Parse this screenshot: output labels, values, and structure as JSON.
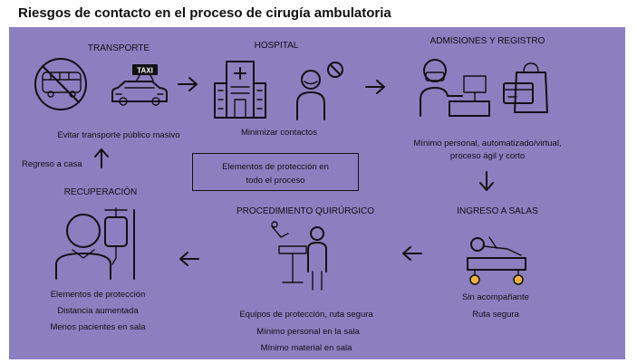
{
  "title": "Riesgos de contacto en el proceso de cirugía ambulatoria",
  "center": {
    "line1": "Elementos de protección en",
    "line2": "todo el proceso"
  },
  "transporte": {
    "heading": "TRANSPORTE",
    "note": "Evitar transporte público masivo",
    "taxi": "TAXI"
  },
  "hospital": {
    "heading": "HOSPITAL",
    "note": "Minimizar contactos"
  },
  "admisiones": {
    "heading": "ADMISIONES Y REGISTRO",
    "line1": "Mínimo personal, automatizado/virtual,",
    "line2": "proceso ágil y corto"
  },
  "ingreso": {
    "heading": "INGRESO A SALAS",
    "line1": "Sin acompañante",
    "line2": "Ruta segura"
  },
  "procedimiento": {
    "heading": "PROCEDIMIENTO QUIRÚRGICO",
    "line1": "Equipos de protección, ruta segura",
    "line2": "Mínimo personal en la sala",
    "line3": "Mínimo material en sala"
  },
  "recuperacion": {
    "heading": "RECUPERACIÓN",
    "line1": "Elementos de protección",
    "line2": "Distancia aumentada",
    "line3": "Menos pacientes en sala"
  },
  "regreso": {
    "label": "Regreso a casa"
  },
  "colors": {
    "panel": "#8b7fc0",
    "stroke": "#111111",
    "wheel": "#f2b33d"
  },
  "icons": [
    "no-bus-icon",
    "taxi-icon",
    "hospital-building-icon",
    "no-contact-person-icon",
    "receptionist-icon",
    "card-bag-icon",
    "patient-bed-icon",
    "surgeon-icon",
    "patient-iv-icon",
    "arrow-icon"
  ]
}
